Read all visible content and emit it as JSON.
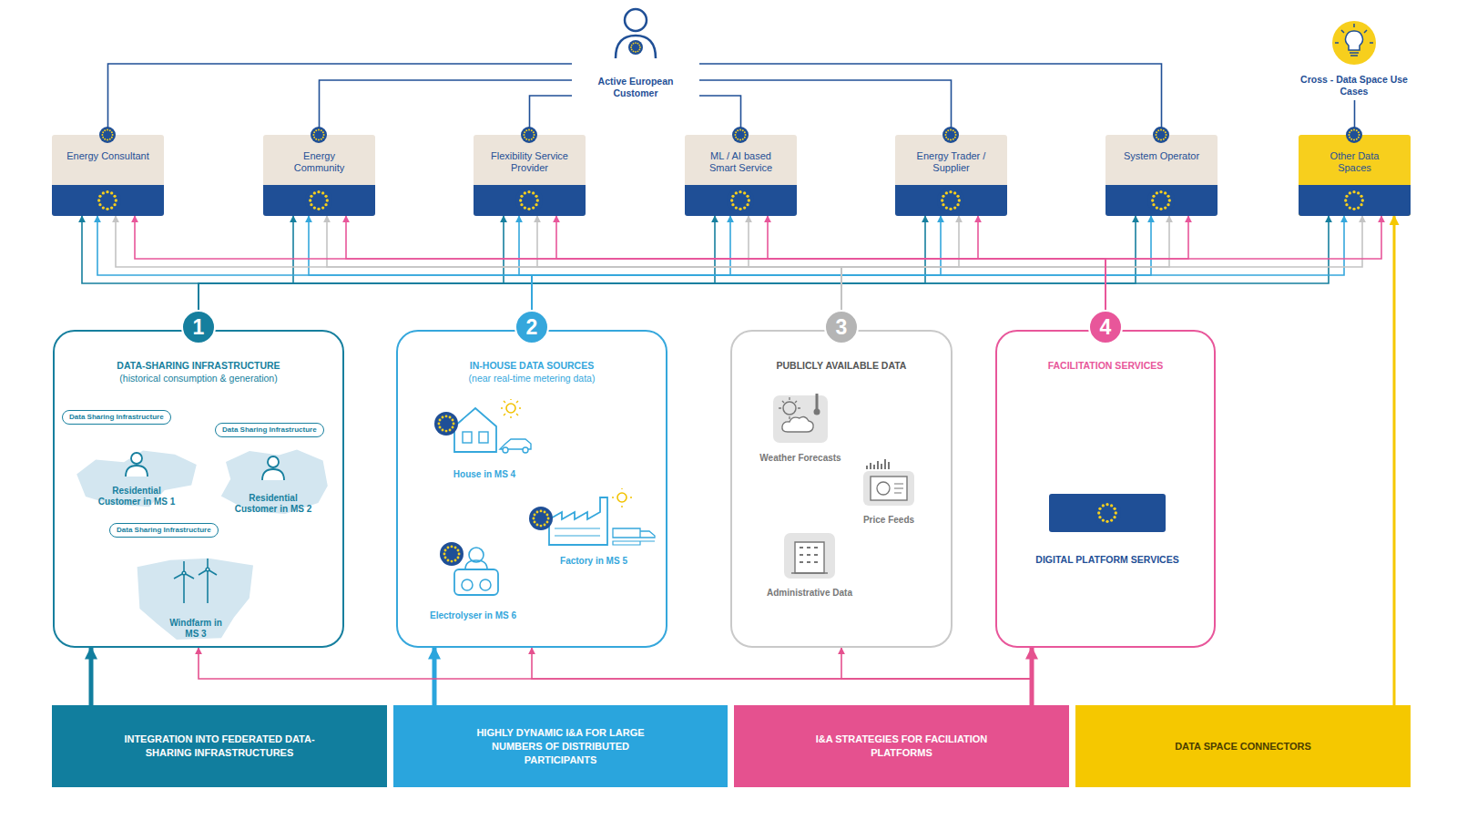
{
  "diagram": {
    "nodes": [
      {
        "text": [
          "Active European Customer"
        ]
      },
      {
        "text": [
          "Cross - Data Space Use Cases"
        ]
      },
      {
        "text": [
          "Energy Consultant"
        ]
      },
      {
        "text": [
          "Energy Community"
        ]
      },
      {
        "text": [
          "Flexibility Service Provider"
        ]
      },
      {
        "text": [
          "ML / AI based Smart Service"
        ]
      },
      {
        "text": [
          "Energy Trader / Supplier"
        ]
      },
      {
        "text": [
          "System Operator"
        ]
      },
      {
        "text": [
          "Other Data Spaces"
        ]
      },
      {
        "text": [
          "DATA-SHARING INFRASTRUCTURE",
          "(historical consumption & generation)"
        ]
      },
      {
        "text": [
          "Data Sharing Infrastructure"
        ],
        "in": 9
      },
      {
        "text": [
          "Data Sharing Infrastructure"
        ],
        "in": 9
      },
      {
        "text": [
          "Residential Customer in MS 1"
        ],
        "in": 9
      },
      {
        "text": [
          "Residential Customer in MS 2"
        ],
        "in": 9
      },
      {
        "text": [
          "Data Sharing Infrastructure"
        ],
        "in": 9
      },
      {
        "text": [
          "Windfarm in MS 3"
        ],
        "in": 9
      },
      {
        "text": [
          "IN-HOUSE DATA SOURCES",
          "(near real-time metering data)"
        ]
      },
      {
        "text": [
          "House in MS 4"
        ],
        "in": 16
      },
      {
        "text": [
          "Factory in MS 5"
        ],
        "in": 16
      },
      {
        "text": [
          "Electrolyser in MS 6"
        ],
        "in": 16
      },
      {
        "text": [
          "PUBLICLY AVAILABLE DATA"
        ]
      },
      {
        "text": [
          "Weather Forecasts"
        ],
        "in": 20
      },
      {
        "text": [
          "Price Feeds"
        ],
        "in": 20
      },
      {
        "text": [
          "Administrative Data"
        ],
        "in": 20
      },
      {
        "text": [
          "FACILITATION SERVICES"
        ]
      },
      {
        "text": [
          "DIGITAL PLATFORM SERVICES"
        ],
        "in": 24
      },
      {
        "text": [
          "INTEGRATION INTO FEDERATED DATA-SHARING INFRASTRUCTURES"
        ]
      },
      {
        "text": [
          "HIGHLY DYNAMIC I&A FOR LARGE NUMBERS OF DISTRIBUTED PARTICIPANTS"
        ]
      },
      {
        "text": [
          "I&A STRATEGIES FOR FACILIATION PLATFORMS"
        ]
      },
      {
        "text": [
          "DATA SPACE CONNECTORS"
        ]
      }
    ],
    "edges": [
      {
        "from": 0,
        "to": 2,
        "arrow": "to"
      },
      {
        "from": 0,
        "to": 3,
        "arrow": "to"
      },
      {
        "from": 0,
        "to": 4,
        "arrow": "to"
      },
      {
        "from": 0,
        "to": 5,
        "arrow": "to"
      },
      {
        "from": 0,
        "to": 6,
        "arrow": "to"
      },
      {
        "from": 0,
        "to": 7,
        "arrow": "to"
      },
      {
        "from": 1,
        "to": 8,
        "arrow": "to"
      },
      {
        "from": 9,
        "to": 2,
        "arrow": "to"
      },
      {
        "from": 9,
        "to": 3,
        "arrow": "to"
      },
      {
        "from": 9,
        "to": 4,
        "arrow": "to"
      },
      {
        "from": 9,
        "to": 5,
        "arrow": "to"
      },
      {
        "from": 9,
        "to": 6,
        "arrow": "to"
      },
      {
        "from": 9,
        "to": 7,
        "arrow": "to"
      },
      {
        "from": 9,
        "to": 8,
        "arrow": "to"
      },
      {
        "from": 16,
        "to": 2,
        "arrow": "to"
      },
      {
        "from": 16,
        "to": 3,
        "arrow": "to"
      },
      {
        "from": 16,
        "to": 4,
        "arrow": "to"
      },
      {
        "from": 16,
        "to": 5,
        "arrow": "to"
      },
      {
        "from": 16,
        "to": 6,
        "arrow": "to"
      },
      {
        "from": 16,
        "to": 7,
        "arrow": "to"
      },
      {
        "from": 16,
        "to": 8,
        "arrow": "to"
      },
      {
        "from": 20,
        "to": 2,
        "arrow": "to"
      },
      {
        "from": 20,
        "to": 3,
        "arrow": "to"
      },
      {
        "from": 20,
        "to": 4,
        "arrow": "to"
      },
      {
        "from": 20,
        "to": 5,
        "arrow": "to"
      },
      {
        "from": 20,
        "to": 6,
        "arrow": "to"
      },
      {
        "from": 20,
        "to": 7,
        "arrow": "to"
      },
      {
        "from": 20,
        "to": 8,
        "arrow": "to"
      },
      {
        "from": 24,
        "to": 2,
        "arrow": "to"
      },
      {
        "from": 24,
        "to": 3,
        "arrow": "to"
      },
      {
        "from": 24,
        "to": 4,
        "arrow": "to"
      },
      {
        "from": 24,
        "to": 5,
        "arrow": "to"
      },
      {
        "from": 24,
        "to": 6,
        "arrow": "to"
      },
      {
        "from": 24,
        "to": 7,
        "arrow": "to"
      },
      {
        "from": 24,
        "to": 8,
        "arrow": "to"
      },
      {
        "from": 12,
        "to": 10,
        "arrow": "to"
      },
      {
        "from": 13,
        "to": 11,
        "arrow": "to"
      },
      {
        "from": 15,
        "to": 14,
        "arrow": "to"
      },
      {
        "from": 26,
        "to": 9,
        "arrow": "to"
      },
      {
        "from": 27,
        "to": 16,
        "arrow": "to"
      },
      {
        "from": 28,
        "to": 9,
        "arrow": "to"
      },
      {
        "from": 28,
        "to": 16,
        "arrow": "to"
      },
      {
        "from": 28,
        "to": 20,
        "arrow": "to"
      },
      {
        "from": 28,
        "to": 24,
        "arrow": "to"
      },
      {
        "from": 29,
        "to": 8,
        "arrow": "to"
      }
    ],
    "labels": [
      "1",
      "2",
      "3",
      "4"
    ]
  }
}
